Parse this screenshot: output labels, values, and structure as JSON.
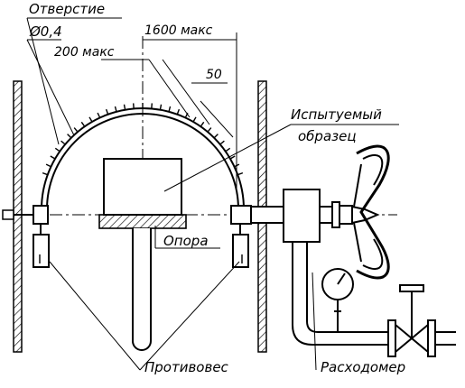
{
  "labels": {
    "hole": "Отверстие",
    "hole_diameter": "Ø0,4",
    "max_200": "200 макс",
    "max_1600": "1600 макс",
    "dim_50": "50",
    "specimen_line1": "Испытуемый",
    "specimen_line2": "образец",
    "support": "Опора",
    "counterweight": "Противовес",
    "flowmeter": "Расходомер"
  },
  "colors": {
    "ink": "#000000",
    "paper": "#ffffff"
  }
}
